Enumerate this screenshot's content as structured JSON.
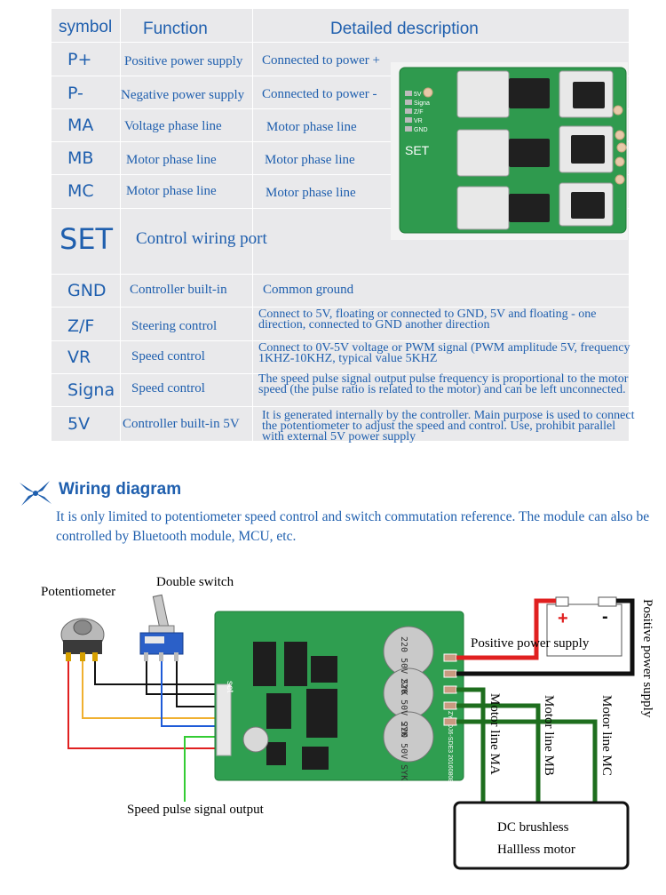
{
  "table": {
    "headers": {
      "symbol": "symbol",
      "function": "Function",
      "description": "Detailed description"
    },
    "rows": [
      {
        "symbol": "P+",
        "function": "Positive power supply",
        "description": "Connected to power +"
      },
      {
        "symbol": "P-",
        "function": "Negative power supply",
        "description": "Connected to power -"
      },
      {
        "symbol": "MA",
        "function": "Voltage phase line",
        "description": "Motor phase line"
      },
      {
        "symbol": "MB",
        "function": "Motor phase line",
        "description": "Motor phase line"
      },
      {
        "symbol": "MC",
        "function": "Motor phase line",
        "description": "Motor phase line"
      },
      {
        "symbol": "SET",
        "function": "Control wiring port",
        "description": ""
      },
      {
        "symbol": "GND",
        "function": "Controller built-in",
        "description": "Common ground"
      },
      {
        "symbol": "Z/F",
        "function": "Steering control",
        "description": "Connect to 5V, floating or connected to GND, 5V and floating - one direction, connected to GND another direction"
      },
      {
        "symbol": "VR",
        "function": "Speed control",
        "description": "Connect to 0V-5V voltage or PWM signal (PWM amplitude 5V, frequency 1KHZ-10KHZ, typical value 5KHZ"
      },
      {
        "symbol": "Signa",
        "function": "Speed control",
        "description": "The speed pulse signal output pulse frequency is proportional to the motor speed (the pulse ratio is related to the motor) and can be left unconnected."
      },
      {
        "symbol": "5V",
        "function": "Controller built-in 5V",
        "description": "It is generated internally by the controller. Main purpose is used to connect the potentiometer to adjust the speed and control. Use, prohibit parallel with external 5V power supply"
      }
    ]
  },
  "pcb_top": {
    "pins": [
      "5V",
      "Signa",
      "Z/F",
      "VR",
      "GND"
    ],
    "set_label": "SET"
  },
  "section": {
    "title": "Wiring diagram",
    "intro": "It is only limited to potentiometer speed control and switch commutation reference. The module can also be controlled by Bluetooth module, MCU, etc."
  },
  "wiring": {
    "potentiometer": "Potentiometer",
    "double_switch": "Double switch",
    "positive_supply_1": "Positive power supply",
    "positive_supply_2": "Positive power supply",
    "speed_pulse": "Speed pulse signal output",
    "motor_a": "Motor line MA",
    "motor_b": "Motor line MB",
    "motor_c": "Motor line MC",
    "motor_box_line1": "DC brushless",
    "motor_box_line2": "Hallless motor",
    "battery_plus": "+",
    "battery_minus": "-",
    "cap1": "220 50V SYK",
    "cap2": "220 50V SYK",
    "cap3": "220 50V SYK",
    "board_set": "set",
    "board_code": "ZYDDJ6-SDE3 20160808"
  }
}
